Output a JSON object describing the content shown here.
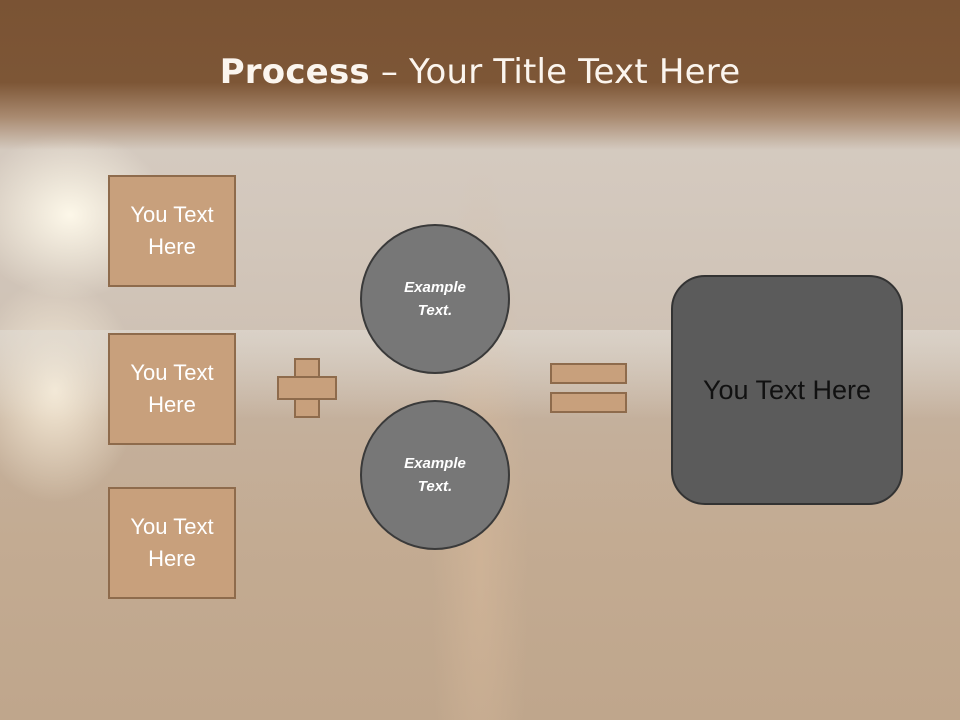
{
  "slide": {
    "title_bold": "Process",
    "title_rest": " – Your Title Text Here"
  },
  "left_boxes": [
    {
      "label": "You Text Here"
    },
    {
      "label": "You Text Here"
    },
    {
      "label": "You Text Here"
    }
  ],
  "circles": [
    {
      "label": "Example Text."
    },
    {
      "label": "Example Text."
    }
  ],
  "result_box": {
    "label": "You Text Here"
  },
  "icons": {
    "operator_plus": "plus-icon",
    "operator_equals": "equals-icon"
  },
  "colors": {
    "header": "#7a5334",
    "box_fill": "#c8a07c",
    "box_border": "#8e6b4c",
    "circle_fill": "#777777",
    "result_fill": "#5b5b5b"
  }
}
